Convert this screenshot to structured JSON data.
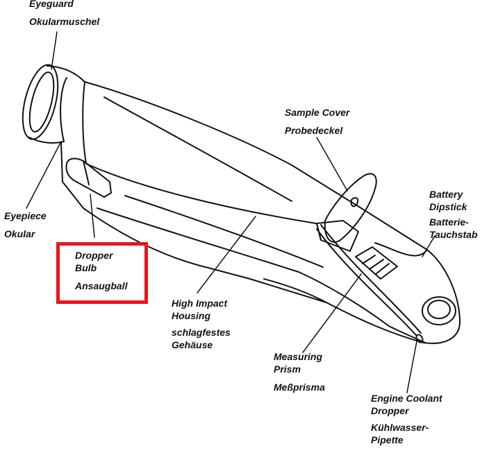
{
  "labels": {
    "eyeguard": {
      "en": "Eyeguard",
      "de": "Okularmuschel"
    },
    "eyepiece": {
      "en": "Eyepiece",
      "de": "Okular"
    },
    "dropper_bulb": {
      "en_line1": "Dropper",
      "en_line2": "Bulb",
      "de": "Ansaugball"
    },
    "sample_cover": {
      "en": "Sample Cover",
      "de": "Probedeckel"
    },
    "battery_dipstick": {
      "en_line1": "Battery",
      "en_line2": "Dipstick",
      "de_line1": "Batterie-",
      "de_line2": "Tauchstab"
    },
    "high_impact_housing": {
      "en_line1": "High Impact",
      "en_line2": "Housing",
      "de_line1": "schlagfestes",
      "de_line2": "Gehäuse"
    },
    "measuring_prism": {
      "en_line1": "Measuring",
      "en_line2": "Prism",
      "de": "Meßprisma"
    },
    "engine_coolant_dropper": {
      "en_line1": "Engine Coolant",
      "en_line2": "Dropper",
      "de_line1": "Kühlwasser-",
      "de_line2": "Pipette"
    }
  },
  "colors": {
    "ink": "#111111",
    "highlight": "#e8141c",
    "background": "#ffffff"
  }
}
